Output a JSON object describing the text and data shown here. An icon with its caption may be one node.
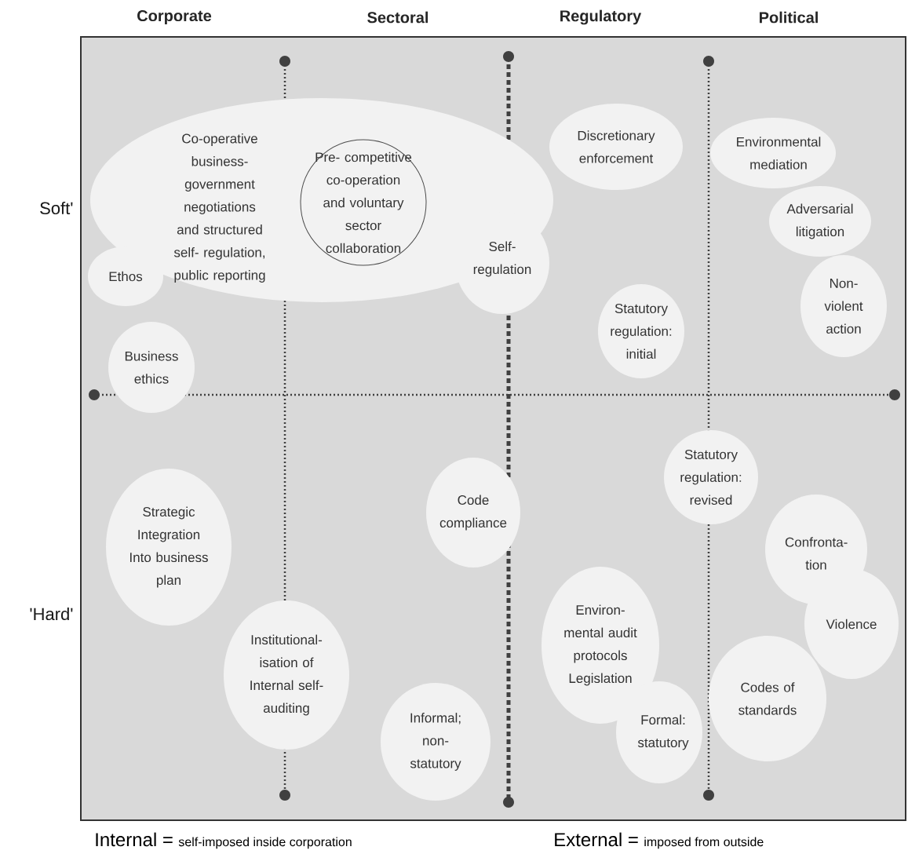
{
  "diagram": {
    "nodes": [
      {
        "text": [
          "Co-operative business- government negotiations and structured self- regulation, public reporting"
        ]
      },
      {
        "text": [
          "Pre- competitive co-operation and voluntary sector collaboration"
        ],
        "in": 0
      },
      {
        "text": [
          "Ethos"
        ]
      },
      {
        "text": [
          "Self- regulation"
        ]
      },
      {
        "text": [
          "Discretionary enforcement"
        ]
      },
      {
        "text": [
          "Environmental mediation"
        ]
      },
      {
        "text": [
          "Adversarial litigation"
        ]
      },
      {
        "text": [
          "Non- violent action"
        ]
      },
      {
        "text": [
          "Statutory regulation: initial"
        ]
      },
      {
        "text": [
          "Business ethics"
        ]
      },
      {
        "text": [
          "Statutory regulation: revised"
        ]
      },
      {
        "text": [
          "Strategic Integration Into business plan"
        ]
      },
      {
        "text": [
          "Code compliance"
        ]
      },
      {
        "text": [
          "Confronta- tion"
        ]
      },
      {
        "text": [
          "Violence"
        ]
      },
      {
        "text": [
          "Environ- mental audit protocols Legislation"
        ]
      },
      {
        "text": [
          "Codes of standards"
        ]
      },
      {
        "text": [
          "Formal: statutory"
        ]
      },
      {
        "text": [
          "Institutional- isation of Internal self- auditing"
        ]
      },
      {
        "text": [
          "Informal; non- statutory"
        ]
      }
    ],
    "labels": [
      "Corporate",
      "Sectoral",
      "Regulatory",
      "Political",
      "Soft'",
      "'Hard'",
      "Internal =",
      "self-imposed inside corporation",
      "External =",
      "imposed from outside"
    ]
  }
}
